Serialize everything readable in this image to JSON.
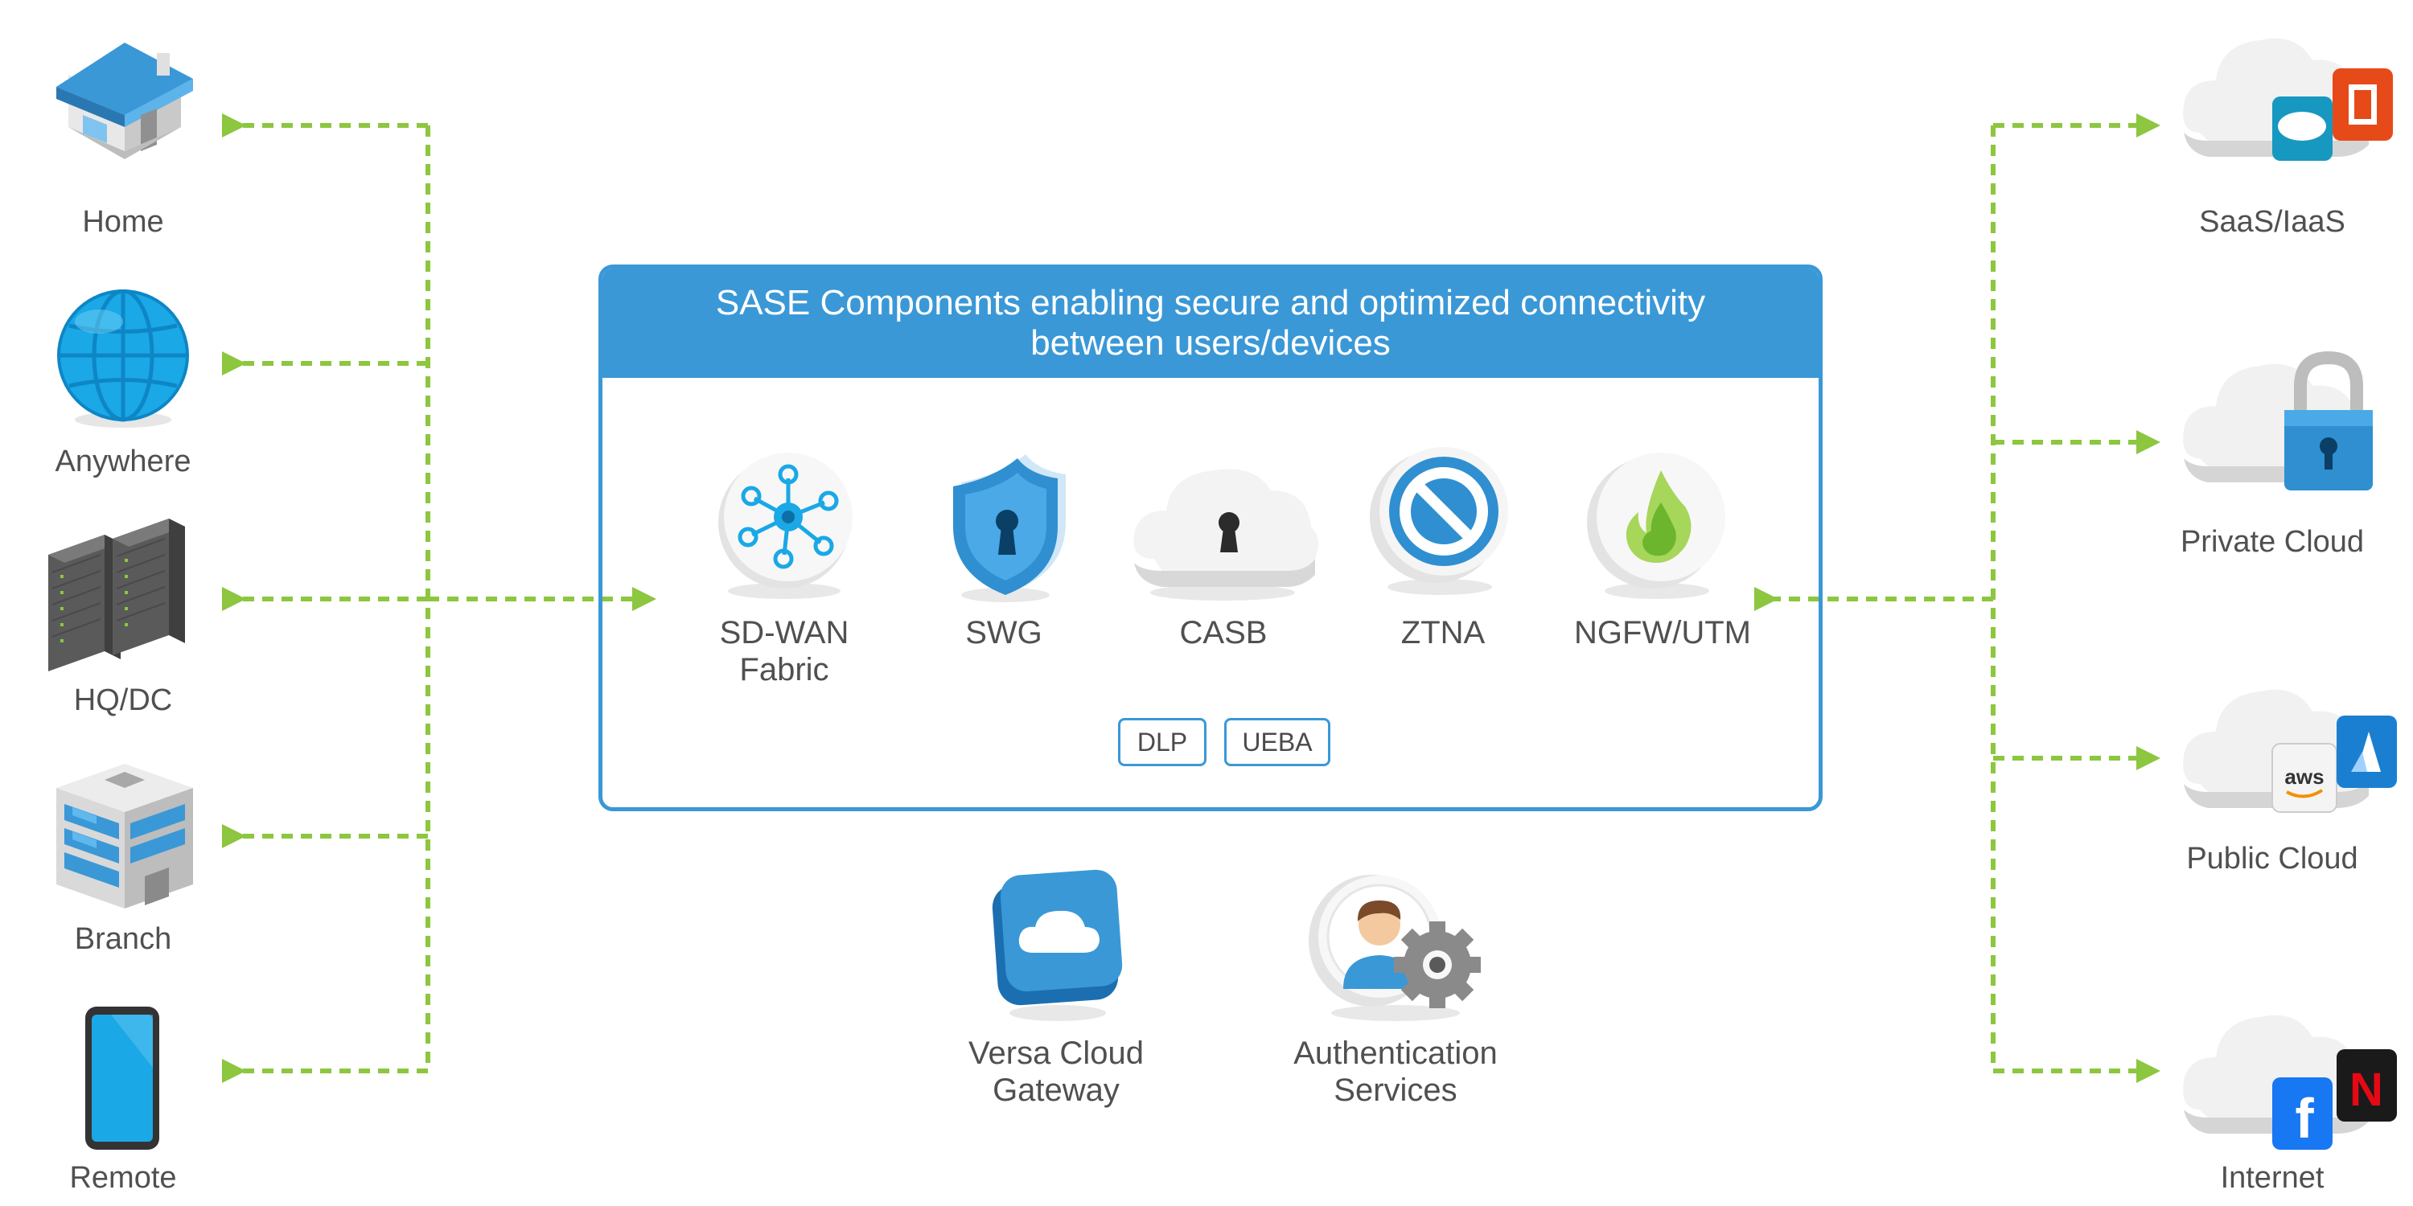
{
  "colors": {
    "accent": "#3a98d7",
    "connector": "#8dc63f",
    "text": "#505050"
  },
  "left_nodes": [
    {
      "label": "Home",
      "icon": "house-icon"
    },
    {
      "label": "Anywhere",
      "icon": "globe-icon"
    },
    {
      "label": "HQ/DC",
      "icon": "server-rack-icon"
    },
    {
      "label": "Branch",
      "icon": "office-building-icon"
    },
    {
      "label": "Remote",
      "icon": "smartphone-icon"
    }
  ],
  "right_nodes": [
    {
      "label": "SaaS/IaaS",
      "icon": "cloud-saas-icon"
    },
    {
      "label": "Private Cloud",
      "icon": "cloud-lock-icon"
    },
    {
      "label": "Public Cloud",
      "icon": "cloud-aws-azure-icon"
    },
    {
      "label": "Internet",
      "icon": "cloud-facebook-netflix-icon"
    }
  ],
  "panel": {
    "title_line1": "SASE Components enabling secure and optimized connectivity",
    "title_line2": "between users/devices",
    "components": [
      {
        "line1": "SD-WAN",
        "line2": "Fabric",
        "icon": "network-hub-icon"
      },
      {
        "line1": "SWG",
        "line2": "",
        "icon": "shield-keyhole-icon"
      },
      {
        "line1": "CASB",
        "line2": "",
        "icon": "cloud-keyhole-icon"
      },
      {
        "line1": "ZTNA",
        "line2": "",
        "icon": "no-entry-icon"
      },
      {
        "line1": "NGFW/UTM",
        "line2": "",
        "icon": "firewall-flame-icon"
      }
    ],
    "tags": [
      "DLP",
      "UEBA"
    ]
  },
  "bottom_nodes": [
    {
      "line1": "Versa Cloud",
      "line2": "Gateway",
      "icon": "cloud-gateway-icon"
    },
    {
      "line1": "Authentication",
      "line2": "Services",
      "icon": "user-gear-icon"
    }
  ]
}
